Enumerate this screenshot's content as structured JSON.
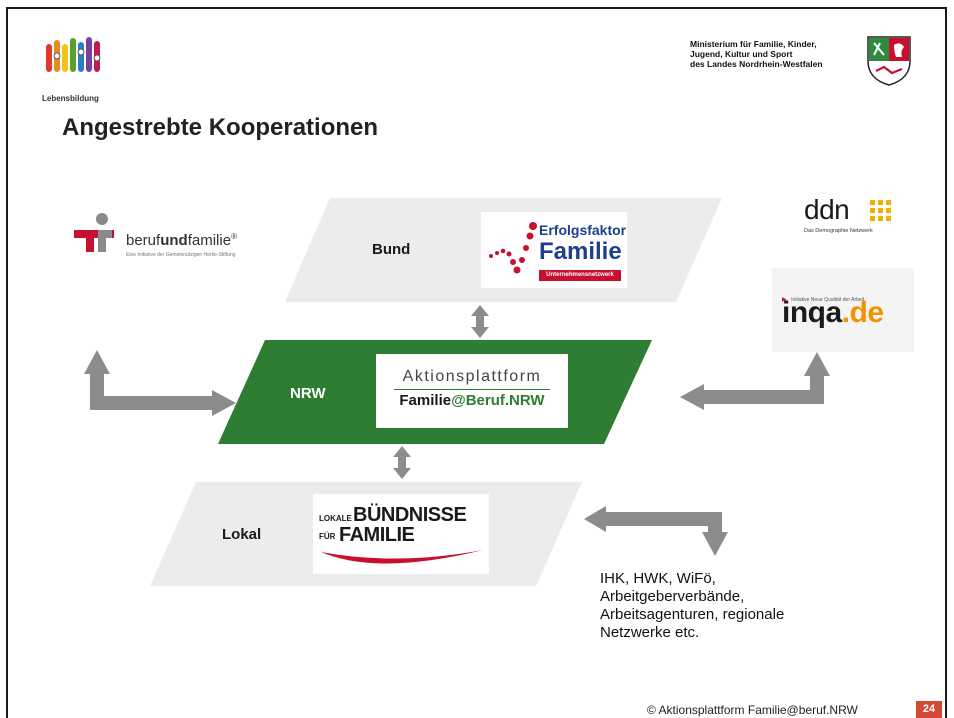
{
  "header": {
    "org_logo_label": "Lebensbildung",
    "ministry_line1": "Ministerium für Familie, Kinder,",
    "ministry_line2": "Jugend, Kultur und Sport",
    "ministry_line3": "des Landes Nordrhein-Westfalen"
  },
  "title": "Angestrebte Kooperationen",
  "levels": {
    "bund": "Bund",
    "nrw": "NRW",
    "lokal": "Lokal"
  },
  "logos": {
    "erfolgsfaktor_line1": "Erfolgsfaktor",
    "erfolgsfaktor_line2": "Familie",
    "erfolgsfaktor_line3": "Unternehmensnetzwerk",
    "aktionsplattform_line1": "Aktionsplattform",
    "aktionsplattform_line2_a": "Familie",
    "aktionsplattform_line2_b": "@Beruf.NRW",
    "buendnisse_small1": "LOKALE",
    "buendnisse_big1": "BÜNDNISSE",
    "buendnisse_small2": "FÜR",
    "buendnisse_big2": "FAMILIE",
    "beruf_a": "beruf",
    "beruf_b": "und",
    "beruf_c": "familie",
    "beruf_reg": "®",
    "beruf_sub": "Eine Initiative der Gemeinnützigen Hertie-Stiftung",
    "ddn_text": "ddn",
    "ddn_sub": "Das Demographie Netzwerk",
    "inqa_small": "Initiative Neue Qualität der Arbeit",
    "inqa_a": "inqa",
    "inqa_b": ".de"
  },
  "partners_text": {
    "line1": "IHK, HWK, WiFö,",
    "line2": "Arbeitgeberverbände,",
    "line3": "Arbeitsagenturen, regionale",
    "line4": "Netzwerke etc."
  },
  "footer": {
    "copyright": "© Aktionsplattform Familie@beruf.NRW",
    "page_number": "24"
  },
  "colors": {
    "nrw_green": "#2e7d32",
    "parallelogram_gray": "#ececec",
    "arrow_gray": "#8c8c8c",
    "page_badge": "#d04a35"
  }
}
